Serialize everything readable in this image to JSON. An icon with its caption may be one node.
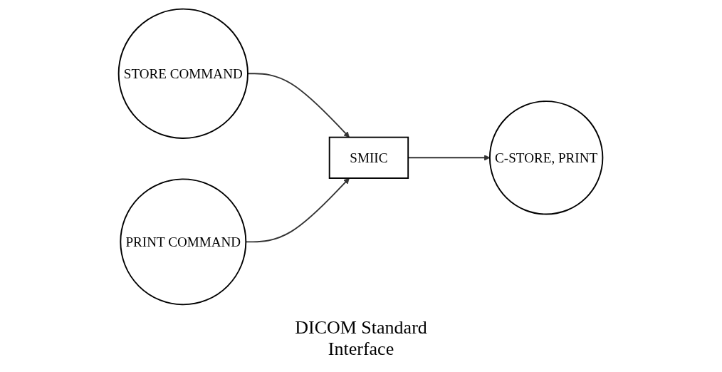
{
  "diagram": {
    "nodes": [
      {
        "text": [
          "STORE COMMAND"
        ]
      },
      {
        "text": [
          "PRINT COMMAND"
        ]
      },
      {
        "text": [
          "SMIIC"
        ]
      },
      {
        "text": [
          "C-STORE, PRINT"
        ]
      }
    ],
    "edges": [
      {
        "from": 0,
        "to": 2,
        "arrow": "to"
      },
      {
        "from": 1,
        "to": 2,
        "arrow": "to"
      },
      {
        "from": 2,
        "to": 3,
        "arrow": "to"
      }
    ],
    "labels": [
      "DICOM Standard Interface"
    ]
  }
}
